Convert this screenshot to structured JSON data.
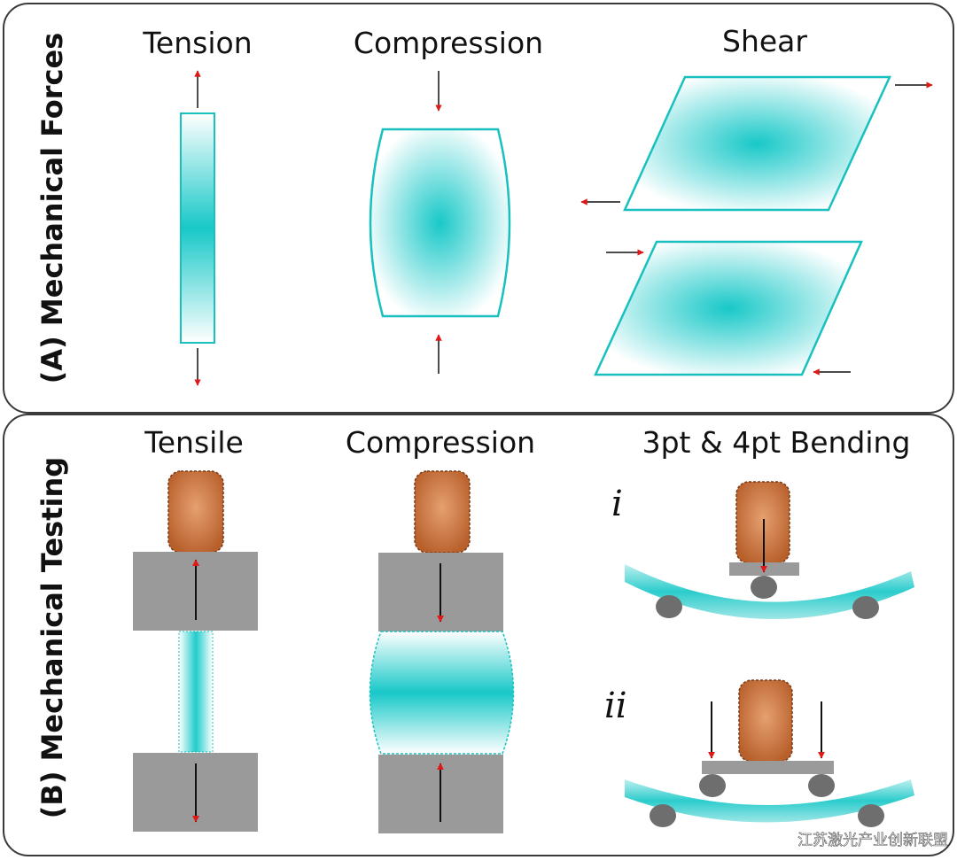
{
  "panel_a": {
    "title": "(A) Mechanical Forces",
    "labels": {
      "tension": "Tension",
      "compression": "Compression",
      "shear": "Shear"
    }
  },
  "panel_b": {
    "title": "(B) Mechanical Testing",
    "labels": {
      "tensile": "Tensile",
      "compression": "Compression",
      "bending": "3pt & 4pt Bending"
    },
    "roman": {
      "i": "i",
      "ii": "ii"
    }
  },
  "watermark": "江苏激光产业创新联盟",
  "colors": {
    "cyan": "#18c8c8",
    "arrow_red": "#e01818",
    "platen_gray": "#9a9a9a",
    "indenter_brown": "#c8703c",
    "roller_gray": "#6e6e6e",
    "panel_stroke": "#3a3a3a"
  }
}
